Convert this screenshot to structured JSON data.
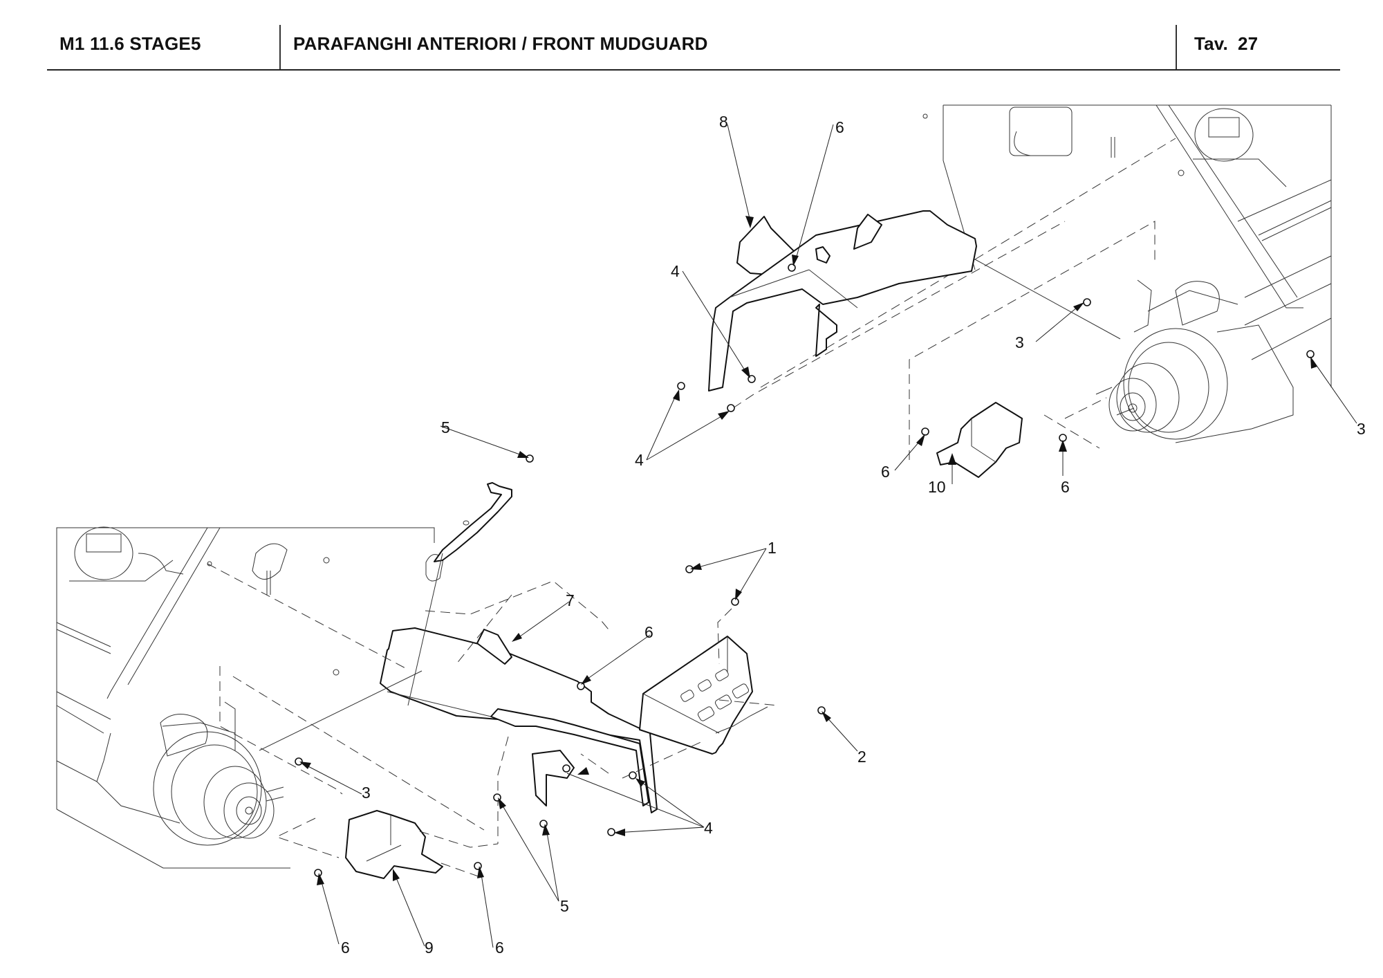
{
  "header": {
    "model": "M1 11.6 STAGE5",
    "title": "PARAFANGHI ANTERIORI / FRONT MUDGUARD",
    "table_label": "Tav.",
    "table_number": "27"
  },
  "callouts": {
    "upper": {
      "c8": "8",
      "c6_top": "6",
      "c4_upper": "4",
      "c4_group": "4",
      "c3_left": "3",
      "c3_right": "3",
      "c6_left": "6",
      "c10": "10",
      "c6_right": "6"
    },
    "lower": {
      "c5_top": "5",
      "c1": "1",
      "c7": "7",
      "c6_mid": "6",
      "c2": "2",
      "c3": "3",
      "c4": "4",
      "c5_bottom": "5",
      "c6_left": "6",
      "c9": "9",
      "c6_right": "6"
    }
  },
  "colors": {
    "ink": "#111111",
    "paper": "#ffffff"
  }
}
